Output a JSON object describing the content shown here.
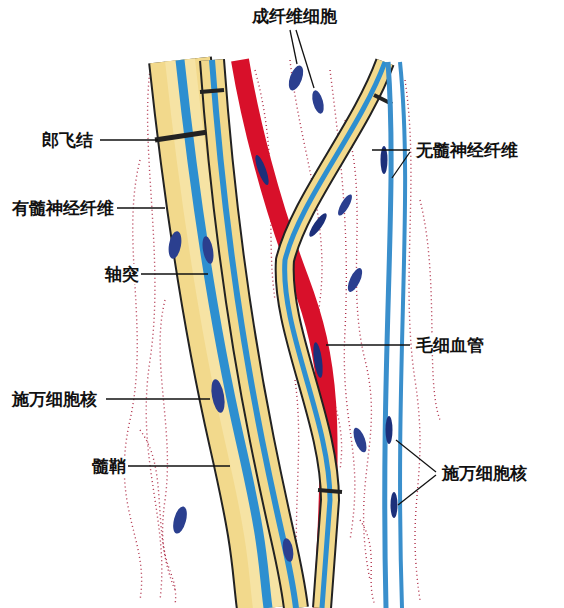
{
  "diagram": {
    "labels": [
      "成纤维细胞",
      "郎飞结",
      "无髓神经纤维",
      "有髓神经纤维",
      "轴突",
      "毛细血管",
      "施万细胞核",
      "髓鞘",
      "施万细胞核"
    ]
  }
}
